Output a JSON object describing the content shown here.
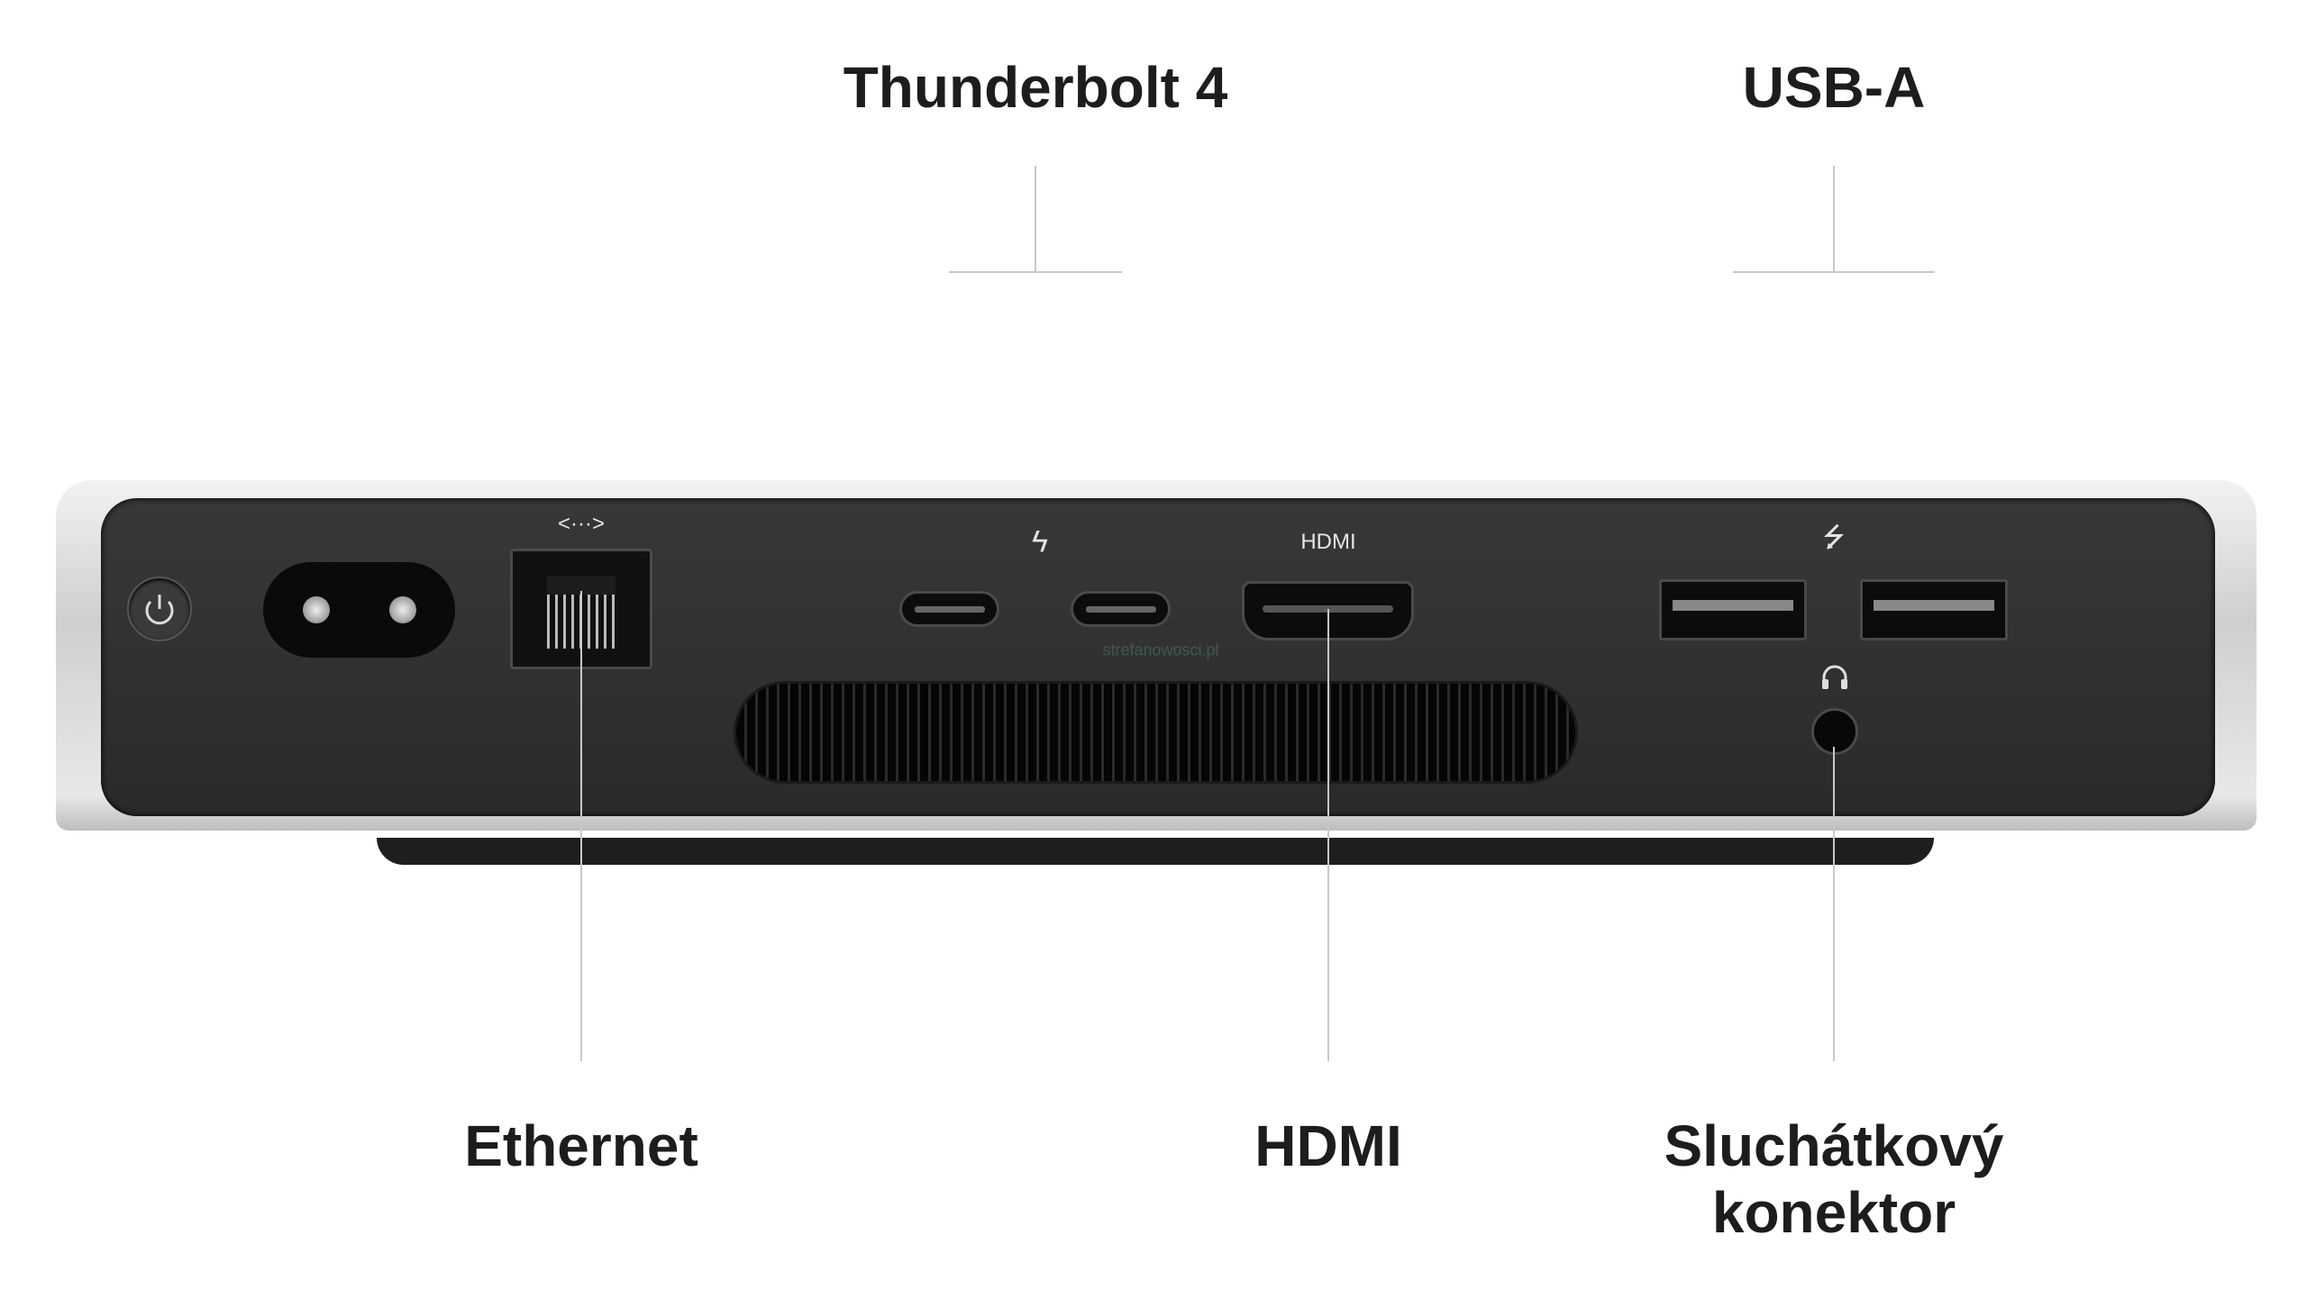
{
  "labels": {
    "thunderbolt": "Thunderbolt 4",
    "usb_a": "USB-A",
    "ethernet": "Ethernet",
    "hdmi": "HDMI",
    "headphone_line1": "Sluchátkový",
    "headphone_line2": "konektor"
  },
  "device": {
    "hdmi_port_label": "HDMI",
    "ethernet_icon": "<···>",
    "watermark": "strefanowosci.pl"
  },
  "icons": [
    "power-icon",
    "ethernet-icon",
    "thunderbolt-icon",
    "usb-icon",
    "headphone-icon"
  ]
}
